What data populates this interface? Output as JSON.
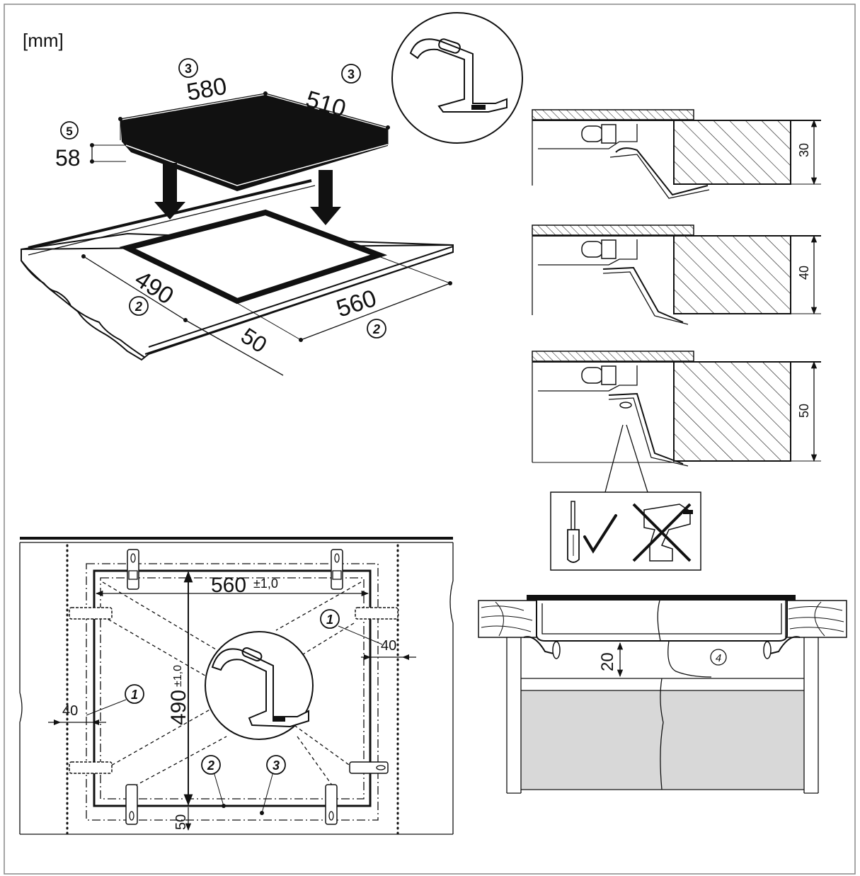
{
  "units": "[mm]",
  "perspective": {
    "hob_width": "580",
    "hob_depth": "510",
    "hob_height": "58",
    "marker_width": "3",
    "marker_depth": "3",
    "marker_height": "5",
    "cutout_depth": "490",
    "cutout_width": "560",
    "cutout_front": "50",
    "marker_cutout_depth": "2",
    "marker_cutout_width": "2"
  },
  "side_views": {
    "worktop_30": "30",
    "worktop_40": "40",
    "worktop_50": "50"
  },
  "plan_view": {
    "cutout_width": "560",
    "cutout_width_tol": "±1,0",
    "cutout_depth": "490",
    "cutout_depth_tol": "±1,0",
    "side_gap_right": "40",
    "side_gap_left": "40",
    "front_gap": "50",
    "marker_right": "1",
    "marker_left": "1",
    "marker_edge": "2",
    "marker_frame": "3"
  },
  "section": {
    "clearance": "20",
    "marker": "4"
  },
  "colors": {
    "line": "#111111",
    "fill_dark": "#111111",
    "fill_grey": "#d8d8d8",
    "hatch": "#111111"
  },
  "icons": [
    "screwdriver-icon",
    "checkmark-icon",
    "drill-icon",
    "cross-icon"
  ]
}
